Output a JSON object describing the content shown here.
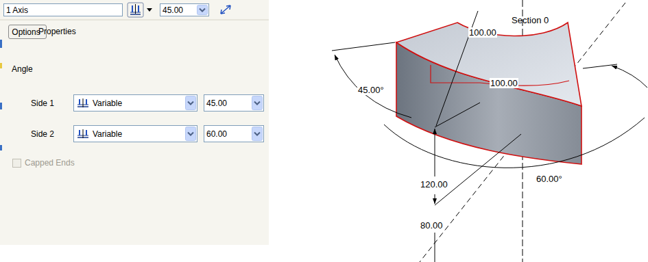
{
  "diagram": {
    "nodes": [
      {
        "text": [
          "1 Axis"
        ]
      },
      {
        "text": [
          "45.00"
        ]
      },
      {
        "text": [
          "Options"
        ]
      },
      {
        "text": [
          "Variable"
        ]
      },
      {
        "text": [
          "45.00"
        ]
      },
      {
        "text": [
          "Variable"
        ]
      },
      {
        "text": [
          "60.00"
        ]
      }
    ],
    "labels": [
      "Properties",
      "Angle",
      "Side 1",
      "Side 2",
      "Capped Ends",
      "Section 0",
      "100.00",
      "45.00°",
      "100.00",
      "60.00°",
      "120.00",
      "80.00"
    ]
  }
}
